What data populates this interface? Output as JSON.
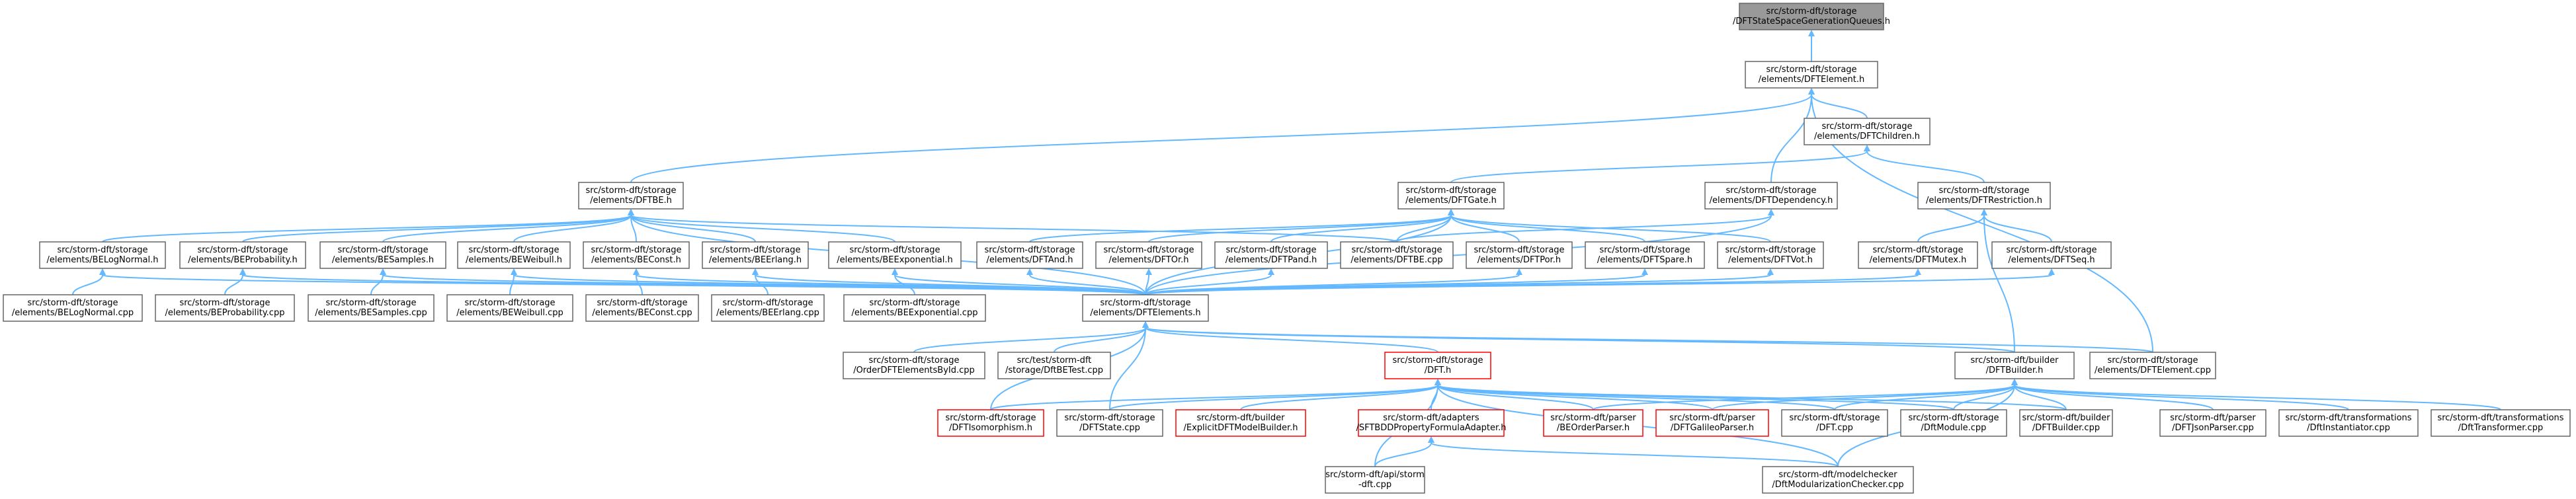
{
  "graph": {
    "edge_color": "#63b8ff",
    "root_fill": "#999999",
    "node_border": "#666666",
    "highlight_color": "#ff0000",
    "nodes": [
      {
        "id": "queues",
        "lines": [
          "src/storm-dft/storage",
          "/DFTStateSpaceGenerationQueues.h"
        ],
        "style": "root"
      },
      {
        "id": "element",
        "lines": [
          "src/storm-dft/storage",
          "/elements/DFTElement.h"
        ]
      },
      {
        "id": "children",
        "lines": [
          "src/storm-dft/storage",
          "/elements/DFTChildren.h"
        ]
      },
      {
        "id": "be",
        "lines": [
          "src/storm-dft/storage",
          "/elements/DFTBE.h"
        ]
      },
      {
        "id": "gate",
        "lines": [
          "src/storm-dft/storage",
          "/elements/DFTGate.h"
        ]
      },
      {
        "id": "dependency",
        "lines": [
          "src/storm-dft/storage",
          "/elements/DFTDependency.h"
        ]
      },
      {
        "id": "restriction",
        "lines": [
          "src/storm-dft/storage",
          "/elements/DFTRestriction.h"
        ]
      },
      {
        "id": "belognormal",
        "lines": [
          "src/storm-dft/storage",
          "/elements/BELogNormal.h"
        ]
      },
      {
        "id": "beprobability",
        "lines": [
          "src/storm-dft/storage",
          "/elements/BEProbability.h"
        ]
      },
      {
        "id": "besamples",
        "lines": [
          "src/storm-dft/storage",
          "/elements/BESamples.h"
        ]
      },
      {
        "id": "beweibull",
        "lines": [
          "src/storm-dft/storage",
          "/elements/BEWeibull.h"
        ]
      },
      {
        "id": "beconst",
        "lines": [
          "src/storm-dft/storage",
          "/elements/BEConst.h"
        ]
      },
      {
        "id": "beerlang",
        "lines": [
          "src/storm-dft/storage",
          "/elements/BEErlang.h"
        ]
      },
      {
        "id": "beexponential",
        "lines": [
          "src/storm-dft/storage",
          "/elements/BEExponential.h"
        ]
      },
      {
        "id": "and",
        "lines": [
          "src/storm-dft/storage",
          "/elements/DFTAnd.h"
        ]
      },
      {
        "id": "or",
        "lines": [
          "src/storm-dft/storage",
          "/elements/DFTOr.h"
        ]
      },
      {
        "id": "pand",
        "lines": [
          "src/storm-dft/storage",
          "/elements/DFTPand.h"
        ]
      },
      {
        "id": "dftbecpp",
        "lines": [
          "src/storm-dft/storage",
          "/elements/DFTBE.cpp"
        ]
      },
      {
        "id": "por",
        "lines": [
          "src/storm-dft/storage",
          "/elements/DFTPor.h"
        ]
      },
      {
        "id": "spare",
        "lines": [
          "src/storm-dft/storage",
          "/elements/DFTSpare.h"
        ]
      },
      {
        "id": "vot",
        "lines": [
          "src/storm-dft/storage",
          "/elements/DFTVot.h"
        ]
      },
      {
        "id": "mutex",
        "lines": [
          "src/storm-dft/storage",
          "/elements/DFTMutex.h"
        ]
      },
      {
        "id": "seq",
        "lines": [
          "src/storm-dft/storage",
          "/elements/DFTSeq.h"
        ]
      },
      {
        "id": "belognormalcpp",
        "lines": [
          "src/storm-dft/storage",
          "/elements/BELogNormal.cpp"
        ]
      },
      {
        "id": "beprobabilitycpp",
        "lines": [
          "src/storm-dft/storage",
          "/elements/BEProbability.cpp"
        ]
      },
      {
        "id": "besamplescpp",
        "lines": [
          "src/storm-dft/storage",
          "/elements/BESamples.cpp"
        ]
      },
      {
        "id": "beweibullcpp",
        "lines": [
          "src/storm-dft/storage",
          "/elements/BEWeibull.cpp"
        ]
      },
      {
        "id": "beconstcpp",
        "lines": [
          "src/storm-dft/storage",
          "/elements/BEConst.cpp"
        ]
      },
      {
        "id": "beerlangcpp",
        "lines": [
          "src/storm-dft/storage",
          "/elements/BEErlang.cpp"
        ]
      },
      {
        "id": "beexponentialcpp",
        "lines": [
          "src/storm-dft/storage",
          "/elements/BEExponential.cpp"
        ]
      },
      {
        "id": "elements",
        "lines": [
          "src/storm-dft/storage",
          "/elements/DFTElements.h"
        ]
      },
      {
        "id": "orderbyid",
        "lines": [
          "src/storm-dft/storage",
          "/OrderDFTElementsById.cpp"
        ]
      },
      {
        "id": "dftbetest",
        "lines": [
          "src/test/storm-dft",
          "/storage/DftBETest.cpp"
        ]
      },
      {
        "id": "dfth",
        "lines": [
          "src/storm-dft/storage",
          "/DFT.h"
        ],
        "style": "red"
      },
      {
        "id": "builderh",
        "lines": [
          "src/storm-dft/builder",
          "/DFTBuilder.h"
        ]
      },
      {
        "id": "elementcpp",
        "lines": [
          "src/storm-dft/storage",
          "/elements/DFTElement.cpp"
        ]
      },
      {
        "id": "isomorphism",
        "lines": [
          "src/storm-dft/storage",
          "/DFTIsomorphism.h"
        ],
        "style": "red"
      },
      {
        "id": "statecpp",
        "lines": [
          "src/storm-dft/storage",
          "/DFTState.cpp"
        ]
      },
      {
        "id": "explicitbuilder",
        "lines": [
          "src/storm-dft/builder",
          "/ExplicitDFTModelBuilder.h"
        ],
        "style": "red"
      },
      {
        "id": "sftbdd",
        "lines": [
          "src/storm-dft/adapters",
          "/SFTBDDPropertyFormulaAdapter.h"
        ],
        "style": "red"
      },
      {
        "id": "beorderparser",
        "lines": [
          "src/storm-dft/parser",
          "/BEOrderParser.h"
        ],
        "style": "red"
      },
      {
        "id": "galileoparser",
        "lines": [
          "src/storm-dft/parser",
          "/DFTGalileoParser.h"
        ],
        "style": "red"
      },
      {
        "id": "dftcpp",
        "lines": [
          "src/storm-dft/storage",
          "/DFT.cpp"
        ]
      },
      {
        "id": "dftmodulecpp",
        "lines": [
          "src/storm-dft/storage",
          "/DftModule.cpp"
        ]
      },
      {
        "id": "dftbuildercpp",
        "lines": [
          "src/storm-dft/builder",
          "/DFTBuilder.cpp"
        ]
      },
      {
        "id": "jsonparsercpp",
        "lines": [
          "src/storm-dft/parser",
          "/DFTJsonParser.cpp"
        ]
      },
      {
        "id": "instantiatorcpp",
        "lines": [
          "src/storm-dft/transformations",
          "/DftInstantiator.cpp"
        ]
      },
      {
        "id": "transformercpp",
        "lines": [
          "src/storm-dft/transformations",
          "/DftTransformer.cpp"
        ]
      },
      {
        "id": "apistormdft",
        "lines": [
          "src/storm-dft/api/storm",
          "-dft.cpp"
        ]
      },
      {
        "id": "modularizationchecker",
        "lines": [
          "src/storm-dft/modelchecker",
          "/DftModularizationChecker.cpp"
        ]
      }
    ],
    "edges": [
      [
        "element",
        "queues"
      ],
      [
        "children",
        "element"
      ],
      [
        "be",
        "element"
      ],
      [
        "dependency",
        "element"
      ],
      [
        "elementcpp",
        "element"
      ],
      [
        "gate",
        "children"
      ],
      [
        "restriction",
        "children"
      ],
      [
        "belognormal",
        "be"
      ],
      [
        "beprobability",
        "be"
      ],
      [
        "besamples",
        "be"
      ],
      [
        "beweibull",
        "be"
      ],
      [
        "beconst",
        "be"
      ],
      [
        "beerlang",
        "be"
      ],
      [
        "beexponential",
        "be"
      ],
      [
        "dftbecpp",
        "be"
      ],
      [
        "elements",
        "be"
      ],
      [
        "and",
        "gate"
      ],
      [
        "or",
        "gate"
      ],
      [
        "pand",
        "gate"
      ],
      [
        "dftbecpp",
        "gate"
      ],
      [
        "por",
        "gate"
      ],
      [
        "spare",
        "gate"
      ],
      [
        "vot",
        "gate"
      ],
      [
        "elements",
        "gate"
      ],
      [
        "elements",
        "dependency"
      ],
      [
        "dftbecpp",
        "dependency"
      ],
      [
        "mutex",
        "restriction"
      ],
      [
        "seq",
        "restriction"
      ],
      [
        "builderh",
        "restriction"
      ],
      [
        "belognormalcpp",
        "belognormal"
      ],
      [
        "beprobabilitycpp",
        "beprobability"
      ],
      [
        "besamplescpp",
        "besamples"
      ],
      [
        "beweibullcpp",
        "beweibull"
      ],
      [
        "beconstcpp",
        "beconst"
      ],
      [
        "beerlangcpp",
        "beerlang"
      ],
      [
        "beexponentialcpp",
        "beexponential"
      ],
      [
        "elements",
        "belognormal"
      ],
      [
        "elements",
        "beprobability"
      ],
      [
        "elements",
        "besamples"
      ],
      [
        "elements",
        "beweibull"
      ],
      [
        "elements",
        "beconst"
      ],
      [
        "elements",
        "beerlang"
      ],
      [
        "elements",
        "beexponential"
      ],
      [
        "elements",
        "and"
      ],
      [
        "elements",
        "or"
      ],
      [
        "elements",
        "pand"
      ],
      [
        "elements",
        "por"
      ],
      [
        "elements",
        "spare"
      ],
      [
        "elements",
        "vot"
      ],
      [
        "elements",
        "mutex"
      ],
      [
        "elements",
        "seq"
      ],
      [
        "orderbyid",
        "elements"
      ],
      [
        "dftbetest",
        "elements"
      ],
      [
        "dfth",
        "elements"
      ],
      [
        "builderh",
        "elements"
      ],
      [
        "elementcpp",
        "elements"
      ],
      [
        "isomorphism",
        "elements"
      ],
      [
        "statecpp",
        "elements"
      ],
      [
        "isomorphism",
        "dfth"
      ],
      [
        "statecpp",
        "dfth"
      ],
      [
        "explicitbuilder",
        "dfth"
      ],
      [
        "sftbdd",
        "dfth"
      ],
      [
        "beorderparser",
        "dfth"
      ],
      [
        "galileoparser",
        "dfth"
      ],
      [
        "dftcpp",
        "dfth"
      ],
      [
        "dftmodulecpp",
        "dfth"
      ],
      [
        "dftbuildercpp",
        "dfth"
      ],
      [
        "apistormdft",
        "dfth"
      ],
      [
        "modularizationchecker",
        "dfth"
      ],
      [
        "apistormdft",
        "sftbdd"
      ],
      [
        "modularizationchecker",
        "sftbdd"
      ],
      [
        "beorderparser",
        "builderh"
      ],
      [
        "galileoparser",
        "builderh"
      ],
      [
        "dftcpp",
        "builderh"
      ],
      [
        "dftmodulecpp",
        "builderh"
      ],
      [
        "dftbuildercpp",
        "builderh"
      ],
      [
        "jsonparsercpp",
        "builderh"
      ],
      [
        "instantiatorcpp",
        "builderh"
      ],
      [
        "transformercpp",
        "builderh"
      ],
      [
        "modularizationchecker",
        "builderh"
      ]
    ]
  }
}
